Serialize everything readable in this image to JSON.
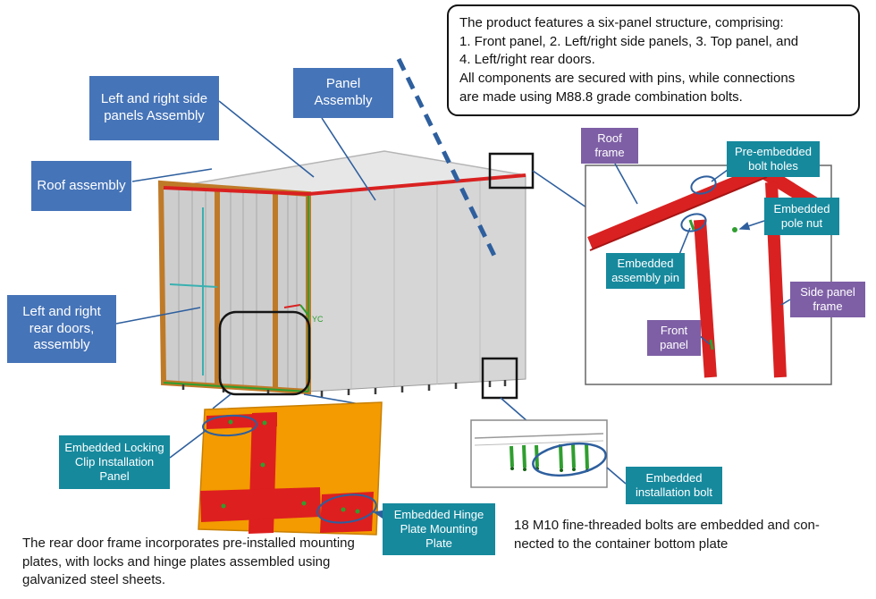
{
  "callout": {
    "lines": [
      "The product features a six-panel structure, comprising:",
      "1. Front panel, 2. Left/right side panels, 3. Top panel, and",
      "4. Left/right rear doors.",
      "All components are secured with pins, while connections",
      "are made using M88.8 grade combination bolts."
    ]
  },
  "labels": {
    "side_panels": "Left and right side panels Assembly",
    "panel_assembly": "Panel Assembly",
    "roof_assembly": "Roof assembly",
    "rear_doors": "Left and right rear doors, assembly",
    "roof_frame": "Roof frame",
    "pre_embedded_bolt_holes": "Pre-embedded bolt holes",
    "embedded_pole_nut": "Embedded pole nut",
    "embedded_assembly_pin": "Embedded assembly pin",
    "side_panel_frame": "Side panel frame",
    "front_panel": "Front panel",
    "embedded_locking_clip": "Embedded Locking Clip Installation Panel",
    "embedded_hinge_plate": "Embedded Hinge Plate Mounting Plate",
    "embedded_installation_bolt": "Embedded installation bolt"
  },
  "notes": {
    "rear_door": [
      "The rear door frame incorporates pre-installed mounting",
      "plates, with locks and hinge plates assembled using",
      "galvanized steel sheets."
    ],
    "bolts": [
      "18 M10 fine-threaded bolts are embedded and con-",
      "nected to the container bottom plate"
    ]
  },
  "diagram": {
    "axis_label": "YC"
  },
  "colors": {
    "blue_label": "#4674b8",
    "teal_label": "#16899d",
    "purple_label": "#7e5fa5",
    "callout_border": "#111111",
    "leader_blue": "#2e5f9e",
    "frame_red": "#d92121",
    "panel_orange": "#f39b00",
    "bolt_green": "#2f9e2f",
    "container_gray": "#d6d6d6",
    "door_frame_orange": "#bf7a28"
  }
}
